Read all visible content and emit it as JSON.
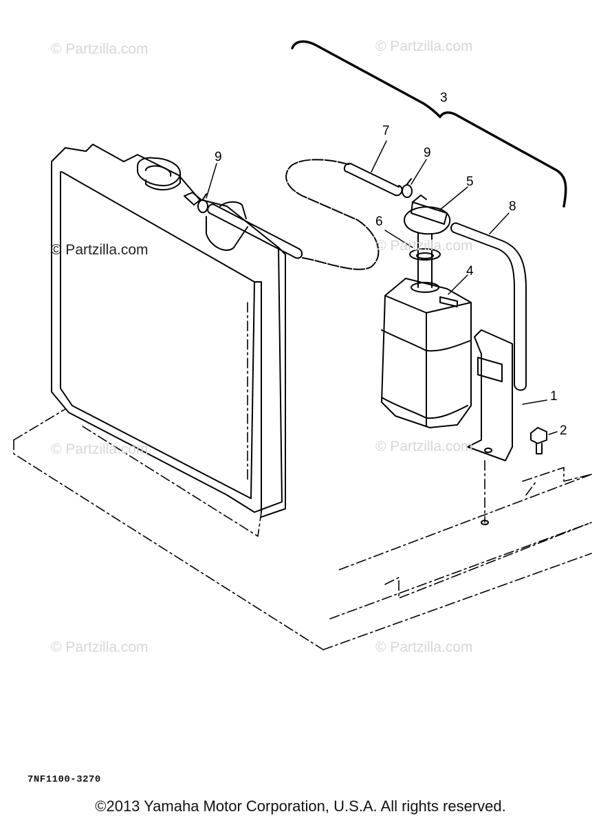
{
  "watermarks": [
    "© Partzilla.com",
    "© Partzilla.com",
    "© Partzilla.com",
    "© Partzilla.com",
    "© Partzilla.com",
    "© Partzilla.com",
    "© Partzilla.com",
    "© Partzilla.com"
  ],
  "callouts": {
    "c1": "1",
    "c2": "2",
    "c3": "3",
    "c4": "4",
    "c5": "5",
    "c6": "6",
    "c7": "7",
    "c8": "8",
    "c9a": "9",
    "c9b": "9"
  },
  "diagram_code": "7NF1100-3270",
  "copyright": "©2013 Yamaha Motor Corporation, U.S.A. All rights reserved.",
  "colors": {
    "line": "#000000",
    "watermark": "#d6d6d6"
  }
}
